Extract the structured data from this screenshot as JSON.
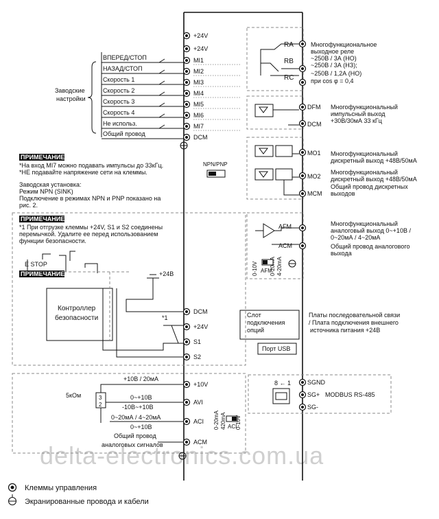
{
  "inputs": {
    "group_label_1": "Заводские",
    "group_label_2": "настройки",
    "fwd": "ВПЕРЕД/СТОП",
    "rev": "НАЗАД/СТОП",
    "s1": "Скорость 1",
    "s2": "Скорость 2",
    "s3": "Скорость 3",
    "s4": "Скорость 4",
    "unused": "Не использ.",
    "common": "Общий провод"
  },
  "terminals": {
    "p24a": "+24V",
    "p24b": "+24V",
    "mi1": "MI1",
    "mi2": "MI2",
    "mi3": "MI3",
    "mi4": "MI4",
    "mi5": "MI5",
    "mi6": "MI6",
    "mi7": "MI7",
    "dcm": "DCM",
    "dcm2": "DCM",
    "p24c": "+24V",
    "s1": "S1",
    "s2": "S2",
    "p10v": "+10V",
    "avi": "AVI",
    "aci": "ACI",
    "acm": "ACM",
    "ra": "RA",
    "rb": "RB",
    "rc": "RC",
    "dfm": "DFM",
    "dcm_r": "DCM",
    "mo1": "MO1",
    "mo2": "MO2",
    "mcm": "MCM",
    "afm": "AFM",
    "acm_r": "ACM",
    "sgnd": "SGND",
    "sgp": "SG+",
    "sgm": "SG-"
  },
  "note1": {
    "head": "ПРИМЕЧАНИЕ",
    "l1": "*На вход MI7 можно подавать импульсы до 33кГц.",
    "l2": "*НЕ подавайте напряжение сети на клеммы.",
    "l3": "Заводская установка:",
    "l4": "Режим NPN (SINK)",
    "l5": "Подключение в режимах NPN и PNP показано на",
    "l6": "рис. 2.",
    "switch_label": "NPN/PNP"
  },
  "note2": {
    "head": "ПРИМЕЧАНИЕ",
    "l1": "*1  При отгрузке клеммы +24V, S1 и S2 соединены",
    "l2": "перемычкой. Удалите ее перед использованием",
    "l3": "функции безопасности."
  },
  "safety": {
    "note_head": "ПРИМЕЧАНИЕ",
    "estop": "E STOP",
    "plus24": "+24В",
    "controller_1": "Контроллер",
    "controller_2": "безопасности",
    "star1": "*1"
  },
  "analog_in": {
    "p10": "+10В / 20мА",
    "pot": "5кОм",
    "pot_pin3": "3",
    "pot_pin2": "2",
    "avi1": "0~+10В",
    "avi2": "-10В~+10В",
    "aci1": "0~20мА / 4~20мА",
    "aci2": "0~+10В",
    "common1": "Общий провод",
    "common2": "аналоговых сигналов",
    "aci_sw1": "0-20mA",
    "aci_sw2": "420mA",
    "aci_sw3": "0-10V",
    "aci_sw_lbl": "ACI"
  },
  "relay": {
    "l1": "Многофункциональное",
    "l2": "выходное реле",
    "l3": "~250В / 3А (НО)",
    "l4": "~250В / 3А (НЗ);",
    "l5": "~250В / 1,2А (НО)",
    "l6": "при cos φ = 0,4"
  },
  "dfm": {
    "l1": "Многофункциональный",
    "l2": "импульсный выход",
    "l3": "+30В/30мА 33 кГц"
  },
  "mo": {
    "l1": "Многофункциональный",
    "l2": "дискретный выход +48В/50мА",
    "l3": "Многофункциональный",
    "l4": "дискретный выход +48В/50мА",
    "l5": "Общий провод дискретных",
    "l6": "выходов"
  },
  "afm": {
    "l1": "Многофункциональный",
    "l2": "аналоговый выход 0~+10В /",
    "l3": "0~20мА / 4~20мА",
    "l4": "Общий провод аналогового",
    "l5": "выхода",
    "sw1": "0-10V",
    "sw2": "0-20mA",
    "sw3": "4-20mA",
    "sw_lbl": "AFM"
  },
  "comm": {
    "slot1": "Слот",
    "slot2": "подключения",
    "slot3": "опций",
    "usb": "Порт USB",
    "r1": "Платы последовательной связи",
    "r2": "/ Плата подключения внешнего",
    "r3": "источника питания +24В",
    "rj": "8 ← 1",
    "modbus": "MODBUS  RS-485"
  },
  "legend": {
    "terminals": "Клеммы управления",
    "shielded": "Экранированные провода и кабели"
  },
  "watermark": "delta-electronics.com.ua"
}
